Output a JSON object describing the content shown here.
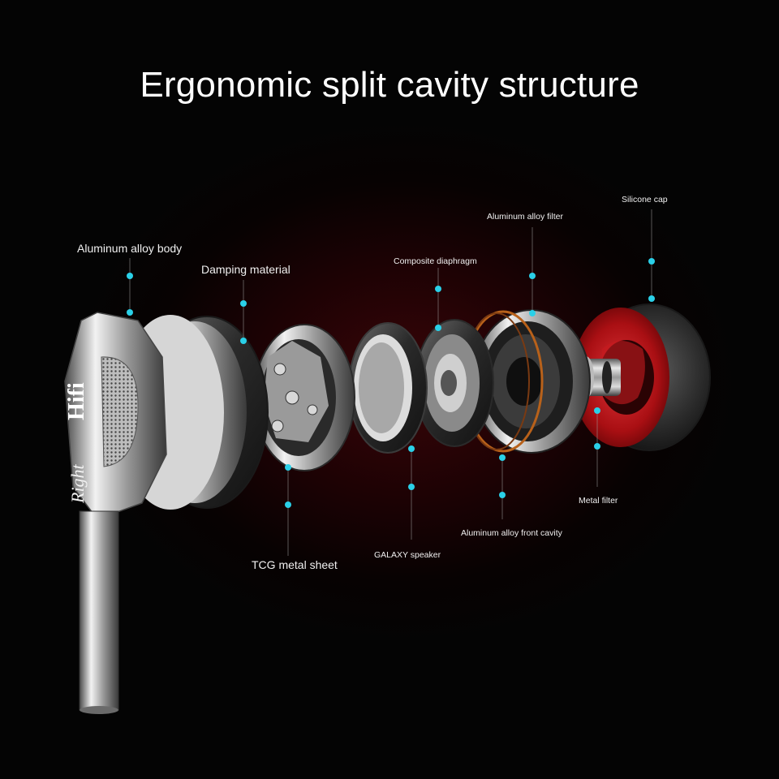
{
  "title": "Ergonomic split cavity structure",
  "brand": {
    "name": "Hifi",
    "script": "Right"
  },
  "colors": {
    "leader": "#2ad0e8",
    "accent_red": "#a60d10",
    "background": "#050505"
  },
  "labels": {
    "aluminum_alloy_body": "Aluminum alloy body",
    "damping_material": "Damping material",
    "composite_diaphragm": "Composite diaphragm",
    "aluminum_alloy_filter": "Aluminum alloy filter",
    "silicone_cap": "Silicone cap",
    "tcg_metal_sheet": "TCG metal sheet",
    "galaxy_speaker": "GALAXY speaker",
    "aluminum_alloy_front_cavity": "Aluminum alloy front cavity",
    "metal_filter": "Metal filter"
  }
}
